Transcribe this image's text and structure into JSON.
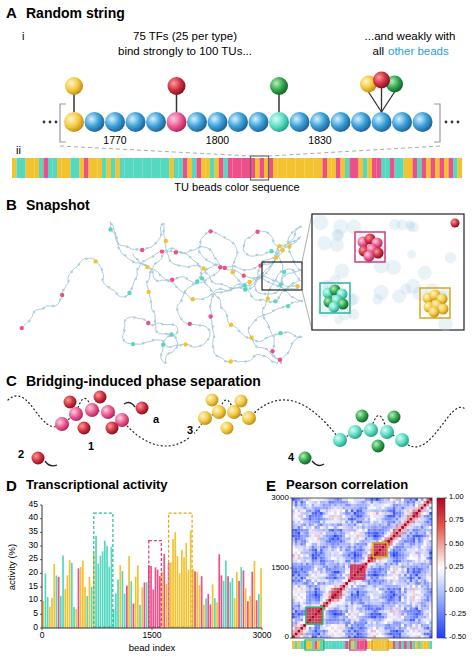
{
  "diagram": {
    "labels": [
      "A",
      "Random string",
      "i",
      "75 TFs (25 per type)",
      "bind strongly to 100 TUs...",
      "...and weakly with",
      "all",
      "other beads",
      "1770",
      "1800",
      "1830",
      "ii",
      "TU beads color sequence",
      "B",
      "Snapshot",
      "C",
      "Bridging-induced phase separation",
      "1",
      "a",
      "2",
      "3",
      "4",
      "D",
      "Transcriptional activity",
      "E",
      "Pearson correlation",
      "45",
      "40",
      "35",
      "30",
      "25",
      "20",
      "15",
      "10",
      "5",
      "0",
      "activity (%)",
      "0",
      "1500",
      "3000",
      "bead index",
      "3000",
      "1500",
      "0",
      "1.00",
      "0.75",
      "0.50",
      "0.25",
      "0.00",
      "-0.25",
      "-0.50"
    ]
  }
}
